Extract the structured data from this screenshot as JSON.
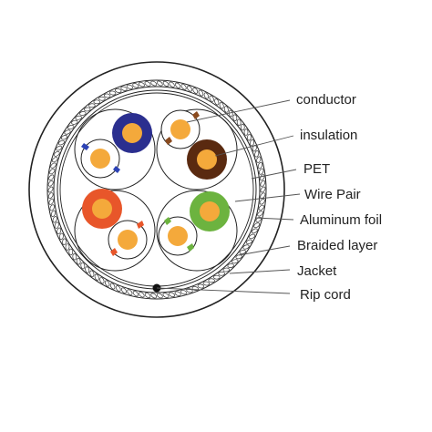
{
  "labels": {
    "conductor": "conductor",
    "insulation": "insulation",
    "pet": "PET",
    "wire_pair": "Wire Pair",
    "aluminum_foil": "Aluminum foil",
    "braided_layer": "Braided layer",
    "jacket": "Jacket",
    "rip_cord": "Rip cord"
  },
  "colors": {
    "conductor": "#F4A93B",
    "blue": "#2B2F8F",
    "brown": "#5A2A10",
    "orange": "#E8562A",
    "green": "#6CB33F",
    "pair_stripe_blue": "#2D43B5",
    "pair_stripe_brown": "#8A4A1E",
    "pair_stripe_orange": "#E8562A",
    "pair_stripe_green": "#6CB33F"
  },
  "icons": {
    "cable": "cable-cross-section-icon"
  }
}
